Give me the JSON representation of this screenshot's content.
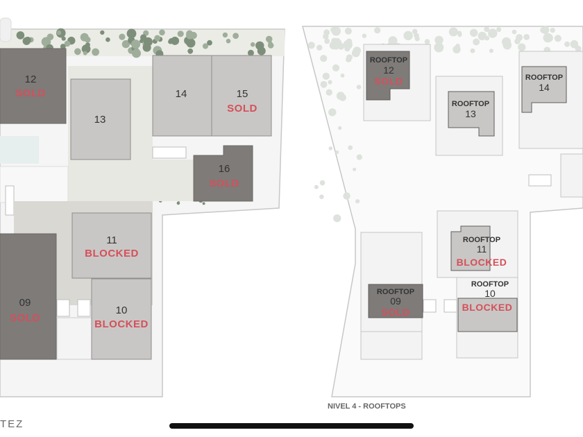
{
  "floor_caption": "NIVEL 4 - ROOFTOPS",
  "brand_fragment": "TEZ",
  "colors": {
    "sold_text": "#d4505a",
    "sold_fill": "#7e7b79",
    "blocked_fill": "#c8c6c4",
    "free_fill": "#c9c7c5",
    "site_fill": "#f4f4f4",
    "courtyard": "#d6d5d0"
  },
  "left_plan": {
    "units": [
      {
        "id": "12",
        "status": "SOLD"
      },
      {
        "id": "13",
        "status": ""
      },
      {
        "id": "14",
        "status": ""
      },
      {
        "id": "15",
        "status": "SOLD"
      },
      {
        "id": "16",
        "status": "SOLD"
      },
      {
        "id": "11",
        "status": "BLOCKED"
      },
      {
        "id": "09",
        "status": "SOLD"
      },
      {
        "id": "10",
        "status": "BLOCKED"
      }
    ]
  },
  "right_plan": {
    "rooftop_label": "ROOFTOP",
    "units": [
      {
        "id": "12",
        "status": "SOLD"
      },
      {
        "id": "13",
        "status": ""
      },
      {
        "id": "14",
        "status": ""
      },
      {
        "id": "11",
        "status": "BLOCKED"
      },
      {
        "id": "09",
        "status": "SOLD"
      },
      {
        "id": "10",
        "status": "BLOCKED"
      }
    ]
  }
}
